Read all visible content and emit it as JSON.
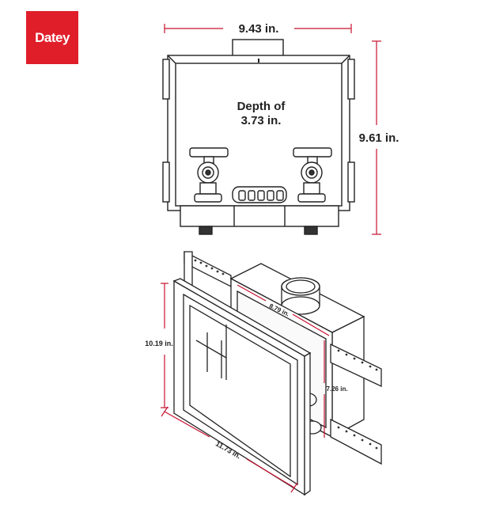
{
  "brand": {
    "logo_text": "Datey",
    "color": "#e01e2a"
  },
  "top_view": {
    "width_label": "9.43 in.",
    "height_label": "9.61 in.",
    "depth_line1": "Depth of",
    "depth_line2": "3.73 in."
  },
  "iso_view": {
    "height_label": "10.19 in.",
    "width_label": "11.73 in.",
    "depth_label": "8.79 in.",
    "box_height_label": "7.26 in."
  },
  "colors": {
    "dimension_line": "#c8102e",
    "outline": "#222222"
  }
}
